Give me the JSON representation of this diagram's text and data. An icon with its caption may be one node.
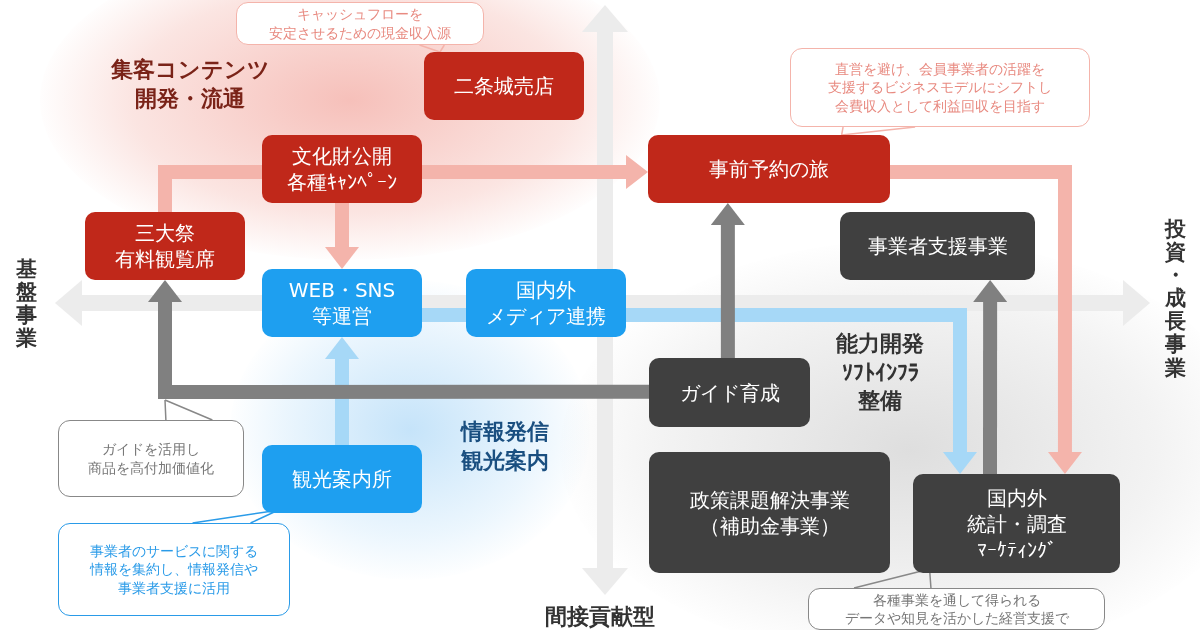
{
  "diagram": {
    "nodes": [
      {
        "text": [
          "三大祭有料観覧席"
        ]
      },
      {
        "text": [
          "文化財公開各種ｷｬﾝﾍﾟｰﾝ"
        ]
      },
      {
        "text": [
          "二条城売店"
        ]
      },
      {
        "text": [
          "事前予約の旅"
        ]
      },
      {
        "text": [
          "WEB・SNS等運営"
        ]
      },
      {
        "text": [
          "国内外メディア連携"
        ]
      },
      {
        "text": [
          "事業者支援事業"
        ]
      },
      {
        "text": [
          "ガイド育成"
        ]
      },
      {
        "text": [
          "観光案内所"
        ]
      },
      {
        "text": [
          "政策課題解決事業（補助金事業）"
        ]
      },
      {
        "text": [
          "国内外統計・調査ﾏｰｹﾃｨﾝｸﾞ"
        ]
      },
      {
        "text": [
          "キャッシュフローを安定させるための現金収入源"
        ]
      },
      {
        "text": [
          "直営を避け、会員事業者の活躍を支援するビジネスモデルにシフトし会費収入として利益回収を目指す"
        ]
      },
      {
        "text": [
          "ガイドを活用し商品を高付加価値化"
        ]
      },
      {
        "text": [
          "事業者のサービスに関する情報を集約し、情報発信や事業者支援に活用"
        ]
      },
      {
        "text": [
          "各種事業を通して得られるデータや知見を活かした経営支援で"
        ]
      }
    ],
    "edges": [
      {
        "from": 0,
        "to": 1,
        "arrow": "none",
        "color": "#f4b4ab"
      },
      {
        "from": 1,
        "to": 3,
        "arrow": "to",
        "color": "#f4b4ab"
      },
      {
        "from": 1,
        "to": 4,
        "arrow": "to",
        "color": "#f4b4ab"
      },
      {
        "from": 3,
        "to": 10,
        "arrow": "to",
        "color": "#f4b4ab"
      },
      {
        "from": 8,
        "to": 4,
        "arrow": "to",
        "color": "#a6d8f7"
      },
      {
        "from": 4,
        "to": 5,
        "arrow": "none",
        "color": "#a6d8f7"
      },
      {
        "from": 5,
        "to": 10,
        "arrow": "to",
        "color": "#a6d8f7"
      },
      {
        "from": 7,
        "to": 3,
        "arrow": "to",
        "color": "#808080"
      },
      {
        "from": 7,
        "to": 0,
        "arrow": "to",
        "color": "#808080"
      },
      {
        "from": 10,
        "to": 6,
        "arrow": "to",
        "color": "#808080"
      },
      {
        "from": 11,
        "to": 2,
        "arrow": "none",
        "color": "#f4b4ab"
      },
      {
        "from": 12,
        "to": 3,
        "arrow": "none",
        "color": "#f4b4ab"
      },
      {
        "from": 13,
        "to": null,
        "arrow": "none",
        "color": "#888888"
      },
      {
        "from": 14,
        "to": 8,
        "arrow": "none",
        "color": "#2a9be8"
      },
      {
        "from": 15,
        "to": 10,
        "arrow": "none",
        "color": "#888888"
      }
    ],
    "labels": [
      "集客コンテンツ開発・流通",
      "情報発信観光案内",
      "能力開発ｿﾌﾄｲﾝﾌﾗ整備",
      "基盤事業",
      "投資・成長事業",
      "間接貢献型"
    ]
  }
}
